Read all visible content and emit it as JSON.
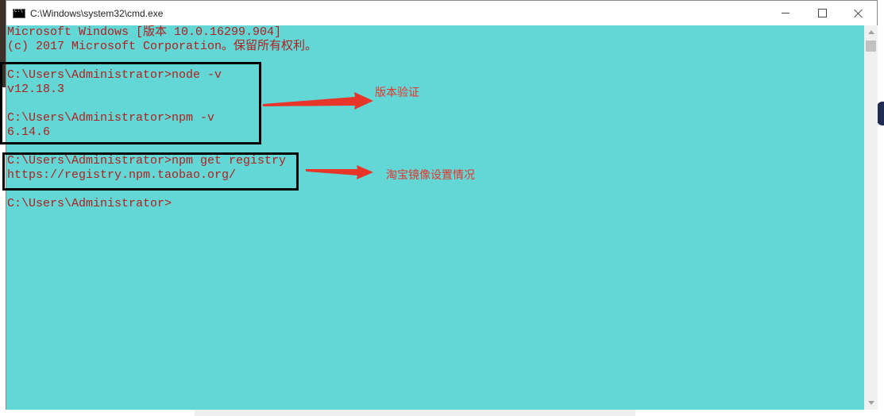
{
  "window": {
    "title": "C:\\Windows\\system32\\cmd.exe",
    "console_bg": "#63d6d6",
    "console_fg": "#b0201d"
  },
  "console": {
    "lines": [
      "Microsoft Windows [版本 10.0.16299.904]",
      "(c) 2017 Microsoft Corporation。保留所有权利。",
      "",
      "C:\\Users\\Administrator>node -v",
      "v12.18.3",
      "",
      "C:\\Users\\Administrator>npm -v",
      "6.14.6",
      "",
      "C:\\Users\\Administrator>npm get registry",
      "https://registry.npm.taobao.org/",
      "",
      "C:\\Users\\Administrator>"
    ]
  },
  "annotations": {
    "version_check": "版本验证",
    "mirror_setting": "淘宝镜像设置情况",
    "color": "#e8352a"
  }
}
